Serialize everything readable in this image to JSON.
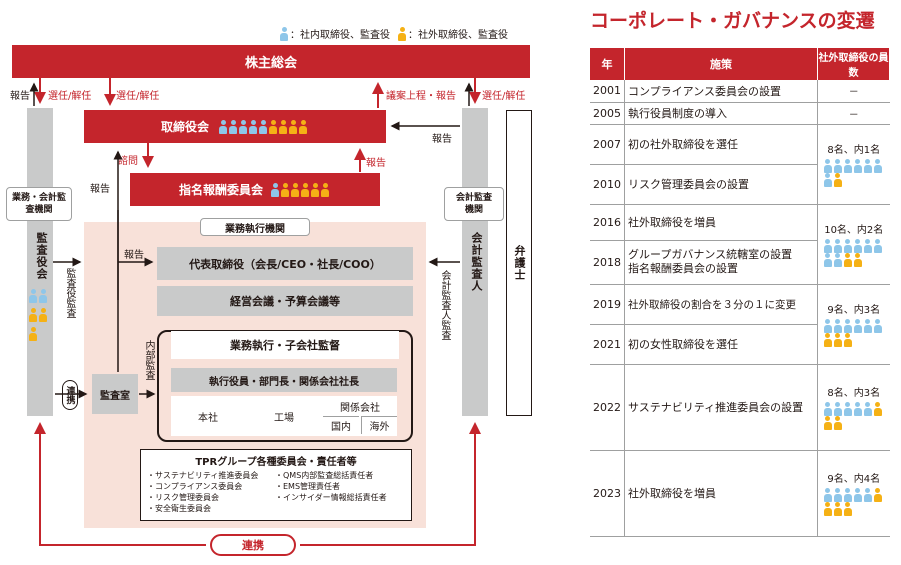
{
  "legend": {
    "internal": "：社内取締役、監査役",
    "external": "：社外取締役、監査役"
  },
  "side_title": "コーポレート・ガバナンスの変遷",
  "diagram": {
    "shareholders": "株主総会",
    "board": "取締役会",
    "nomination": "指名報酬委員会",
    "execution_org": "業務執行機関",
    "ceo": "代表取締役（会長/CEO・社長/COO）",
    "mgmt_meeting": "経営会議・予算会議等",
    "business_supervision": "業務執行・子会社監督",
    "officers": "執行役員・部門長・関係会社社長",
    "honsha": "本社",
    "factory": "工場",
    "affiliates": "関係会社",
    "domestic": "国内",
    "overseas": "海外",
    "audit_body_label": "業務・会計監査機関",
    "auditors": "監査役会",
    "auditor_audit": "監査役監査",
    "account_audit_label": "会計監査機関",
    "accounting_auditor": "会計監査人",
    "accounting_audit": "会計監査人監査",
    "lawyer": "弁護士",
    "internal_audit": "内部監査",
    "audit_office": "監査室",
    "renkei_v": "連携",
    "renkei_bottom": "連携",
    "committees_title": "TPRグループ各種委員会・責任者等",
    "committees_left": [
      "・サステナビリティ推進委員会",
      "・コンプライアンス委員会",
      "・リスク管理委員会",
      "・安全衛生委員会"
    ],
    "committees_right": [
      "・QMS内部監査総括責任者",
      "・EMS管理責任者",
      "・インサイダー情報総括責任者"
    ],
    "arrows": {
      "report1": "報告",
      "elect1": "選任/解任",
      "elect2": "選任/解任",
      "agenda": "議案上程・報告",
      "elect3": "選任/解任",
      "report2": "報告",
      "consult": "諮問",
      "report3": "報告",
      "report4": "報告",
      "report5": "報告"
    },
    "board_people": {
      "internal": 5,
      "external": 4
    },
    "nomination_people": {
      "internal": 1,
      "external": 5
    },
    "auditor_people": {
      "internal": 2,
      "external": 3
    }
  },
  "table": {
    "headers": [
      "年",
      "施策",
      "社外取締役の員数"
    ],
    "rows": [
      {
        "year": "2001",
        "desc": "コンプライアンス委員会の設置",
        "count": "－"
      },
      {
        "year": "2005",
        "desc": "執行役員制度の導入",
        "count": "－"
      },
      {
        "year": "2007",
        "desc": "初の社外取締役を選任",
        "count": "8名、内1名",
        "int": 7,
        "ext": 1
      },
      {
        "year": "2010",
        "desc": "リスク管理委員会の設置"
      },
      {
        "year": "2016",
        "desc": "社外取締役を増員",
        "count": "10名、内2名",
        "int": 8,
        "ext": 2
      },
      {
        "year": "2018",
        "desc": "グループガバナンス統轄室の設置\n指名報酬委員会の設置"
      },
      {
        "year": "2019",
        "desc": "社外取締役の割合を３分の１に変更",
        "count": "9名、内3名",
        "int": 6,
        "ext": 3
      },
      {
        "year": "2021",
        "desc": "初の女性取締役を選任"
      },
      {
        "year": "2022",
        "desc": "サステナビリティ推進委員会の設置",
        "count": "8名、内3名",
        "int": 5,
        "ext": 3
      },
      {
        "year": "2023",
        "desc": "社外取締役を増員",
        "count": "9名、内4名",
        "int": 5,
        "ext": 4
      }
    ]
  }
}
